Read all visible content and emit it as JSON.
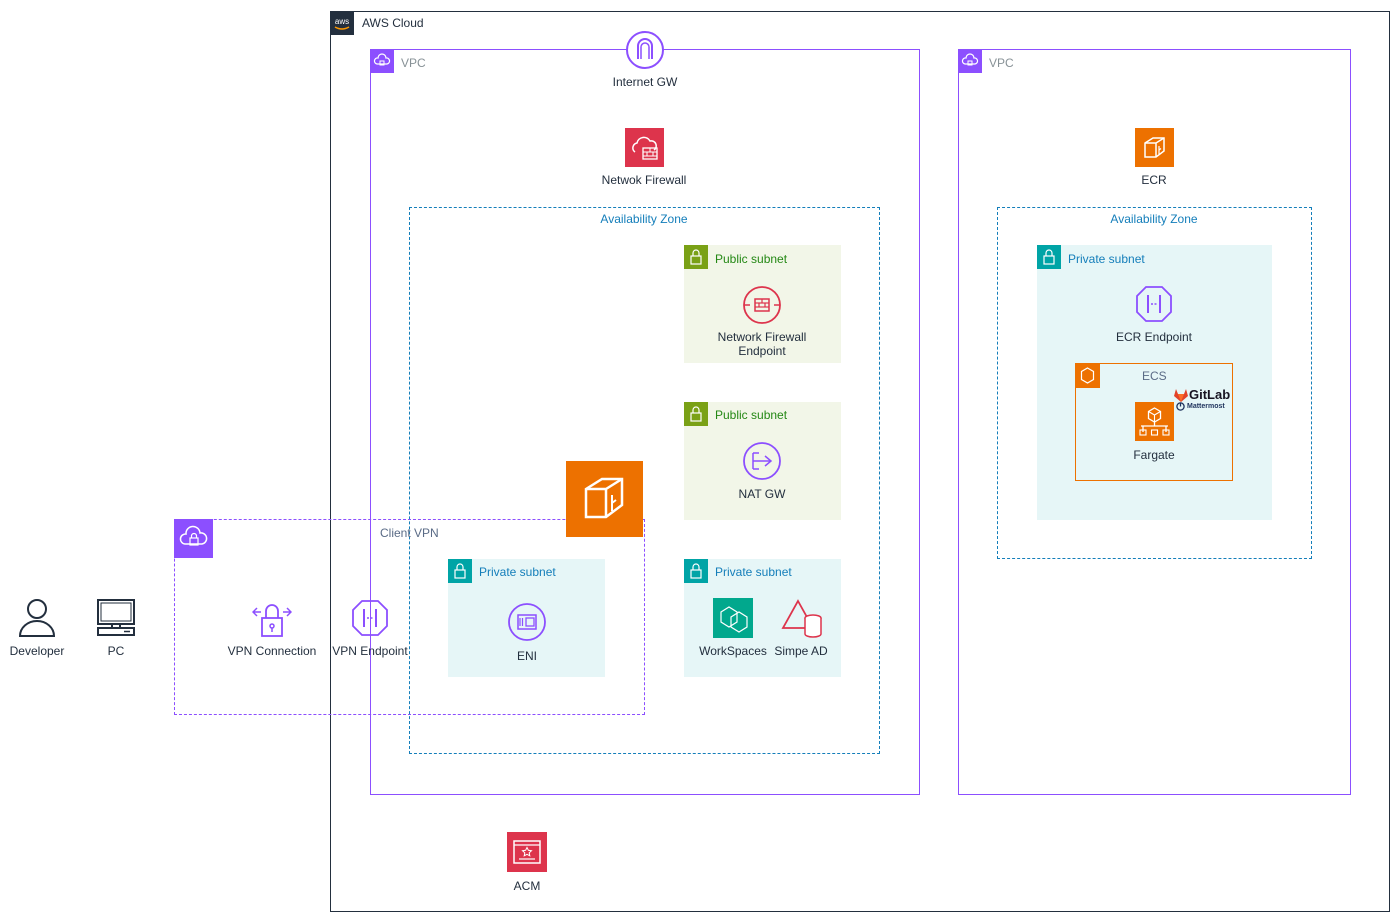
{
  "aws_cloud": {
    "title": "AWS Cloud"
  },
  "vpc_left": {
    "title": "VPC"
  },
  "vpc_right": {
    "title": "VPC"
  },
  "nodes": {
    "internet_gw": "Internet GW",
    "network_firewall": "Netwok Firewall",
    "availability_zone_left": "Availability Zone",
    "public_subnet_1": "Public subnet",
    "nfw_endpoint_line1": "Network Firewall",
    "nfw_endpoint_line2": "Endpoint",
    "public_subnet_2": "Public subnet",
    "nat_gw": "NAT GW",
    "client_vpn": "Client VPN",
    "private_subnet_eni": "Private subnet",
    "eni": "ENI",
    "private_subnet_ws": "Private subnet",
    "workspaces": "WorkSpaces",
    "simple_ad": "Simpe AD",
    "ecr": "ECR",
    "availability_zone_right": "Availability Zone",
    "private_subnet_right": "Private subnet",
    "ecr_endpoint": "ECR Endpoint",
    "ecs": "ECS",
    "gitlab": "GitLab",
    "mattermost": "Mattermost",
    "fargate": "Fargate",
    "developer": "Developer",
    "pc": "PC",
    "vpn_connection": "VPN Connection",
    "vpn_endpoint": "VPN Endpoint",
    "acm": "ACM",
    "aws_logo": "aws"
  },
  "colors": {
    "vpc": "#8c4fff",
    "az": "#147eba",
    "public_subnet": "#7aa116",
    "public_subnet_bg": "#f2f6e8",
    "private_subnet": "#00a4a6",
    "private_subnet_bg": "#e6f6f7",
    "ecs": "#ed7100",
    "firewall": "#dd344c",
    "text": "#232f3e"
  }
}
